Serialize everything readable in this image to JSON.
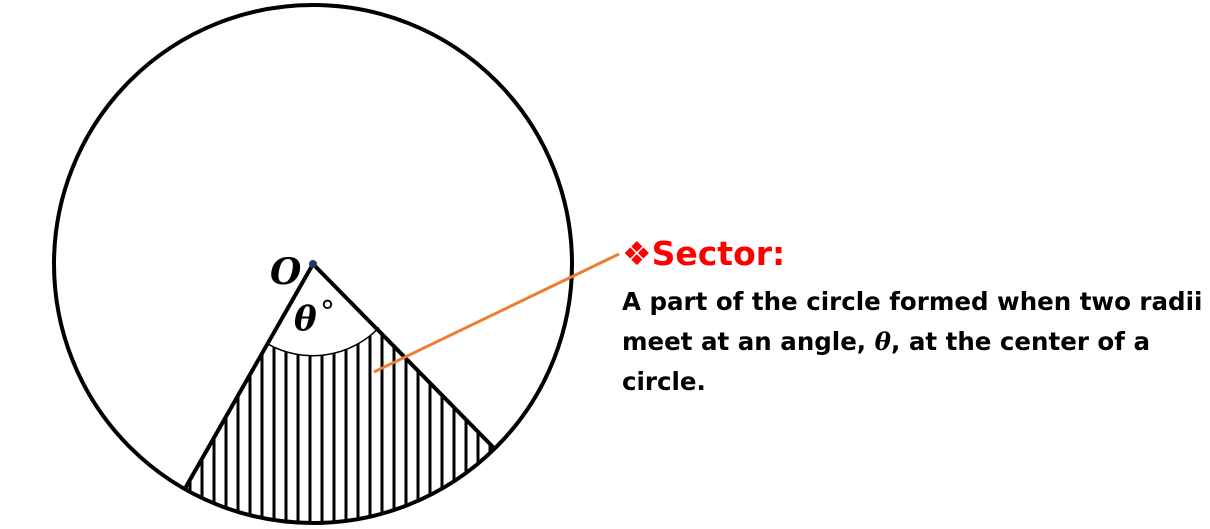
{
  "diagram": {
    "center_label": "O",
    "angle_symbol": "θ",
    "degree_symbol": "°"
  },
  "definition": {
    "bullet": "❖",
    "term": "Sector:",
    "text_before_symbol": "A part of the circle formed when two radii meet at an angle, ",
    "symbol": "θ",
    "text_after_symbol": ", at the center of a circle."
  },
  "colors": {
    "term": "#ff0000",
    "leader_line": "#ed7d31",
    "outline": "#000000"
  }
}
